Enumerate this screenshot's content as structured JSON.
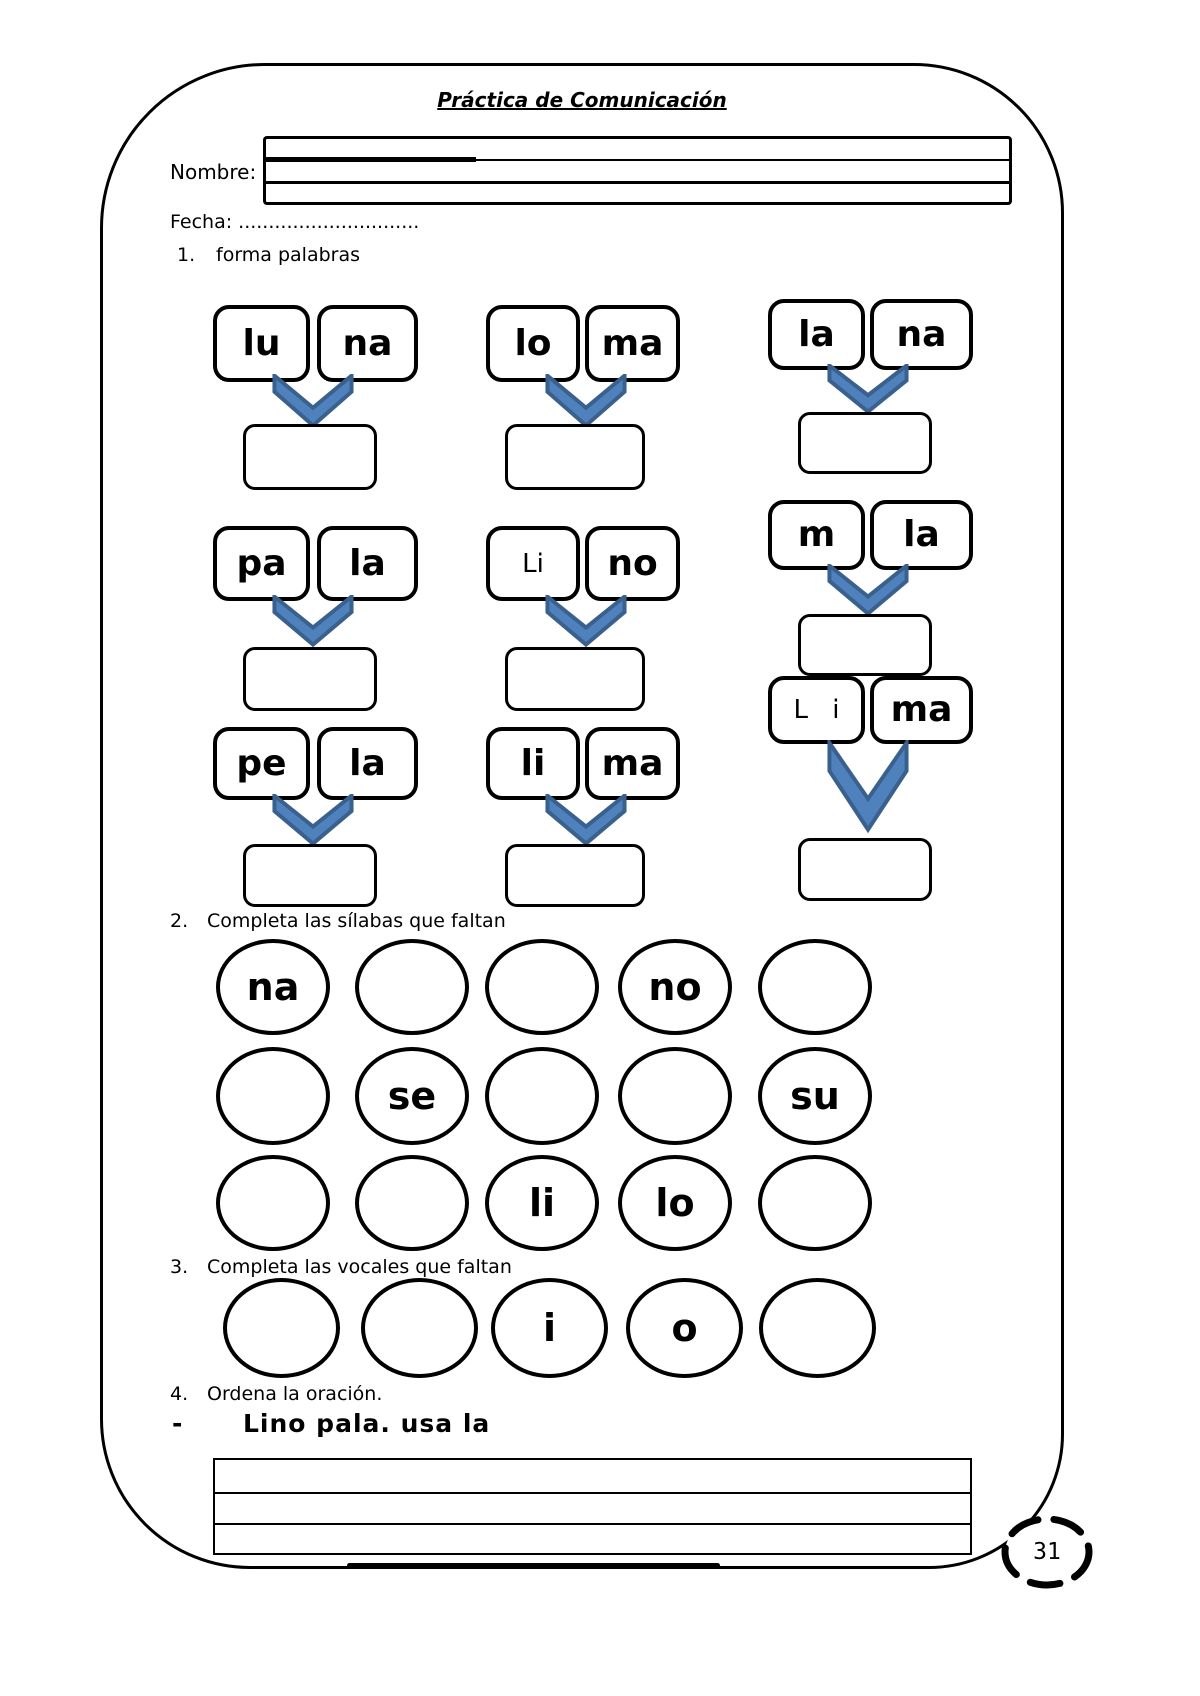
{
  "header": {
    "title": "Práctica de Comunicación",
    "name_label": "Nombre:",
    "date_label": "Fecha: .............................."
  },
  "exercise1": {
    "number": "1.",
    "title": "forma palabras",
    "groups": [
      {
        "left": "lu",
        "right": "na"
      },
      {
        "left": "lo",
        "right": "ma"
      },
      {
        "left": "la",
        "right": "na"
      },
      {
        "left": "pa",
        "right": "la"
      },
      {
        "left": "Li",
        "right": "no"
      },
      {
        "left": "m",
        "right": "la"
      },
      {
        "left": "pe",
        "right": "la"
      },
      {
        "left": "li",
        "right": "ma"
      },
      {
        "left": "L i",
        "right": "ma"
      }
    ]
  },
  "exercise2": {
    "number": "2.",
    "title": "Completa las sílabas que faltan",
    "cells": [
      [
        "na",
        "",
        "",
        "no",
        ""
      ],
      [
        "",
        "se",
        "",
        "",
        "su"
      ],
      [
        "",
        "",
        "li",
        "lo",
        ""
      ]
    ]
  },
  "exercise3": {
    "number": "3.",
    "title": "Completa las vocales que faltan",
    "cells": [
      "",
      "",
      "i",
      "o",
      ""
    ]
  },
  "exercise4": {
    "number": "4.",
    "title": "Ordena la oración.",
    "bullet": "-",
    "sentence": "Lino pala. usa la"
  },
  "page": {
    "number": "31"
  },
  "colors": {
    "chevron_fill": "#4f81bd",
    "chevron_edge": "#3a618e"
  }
}
